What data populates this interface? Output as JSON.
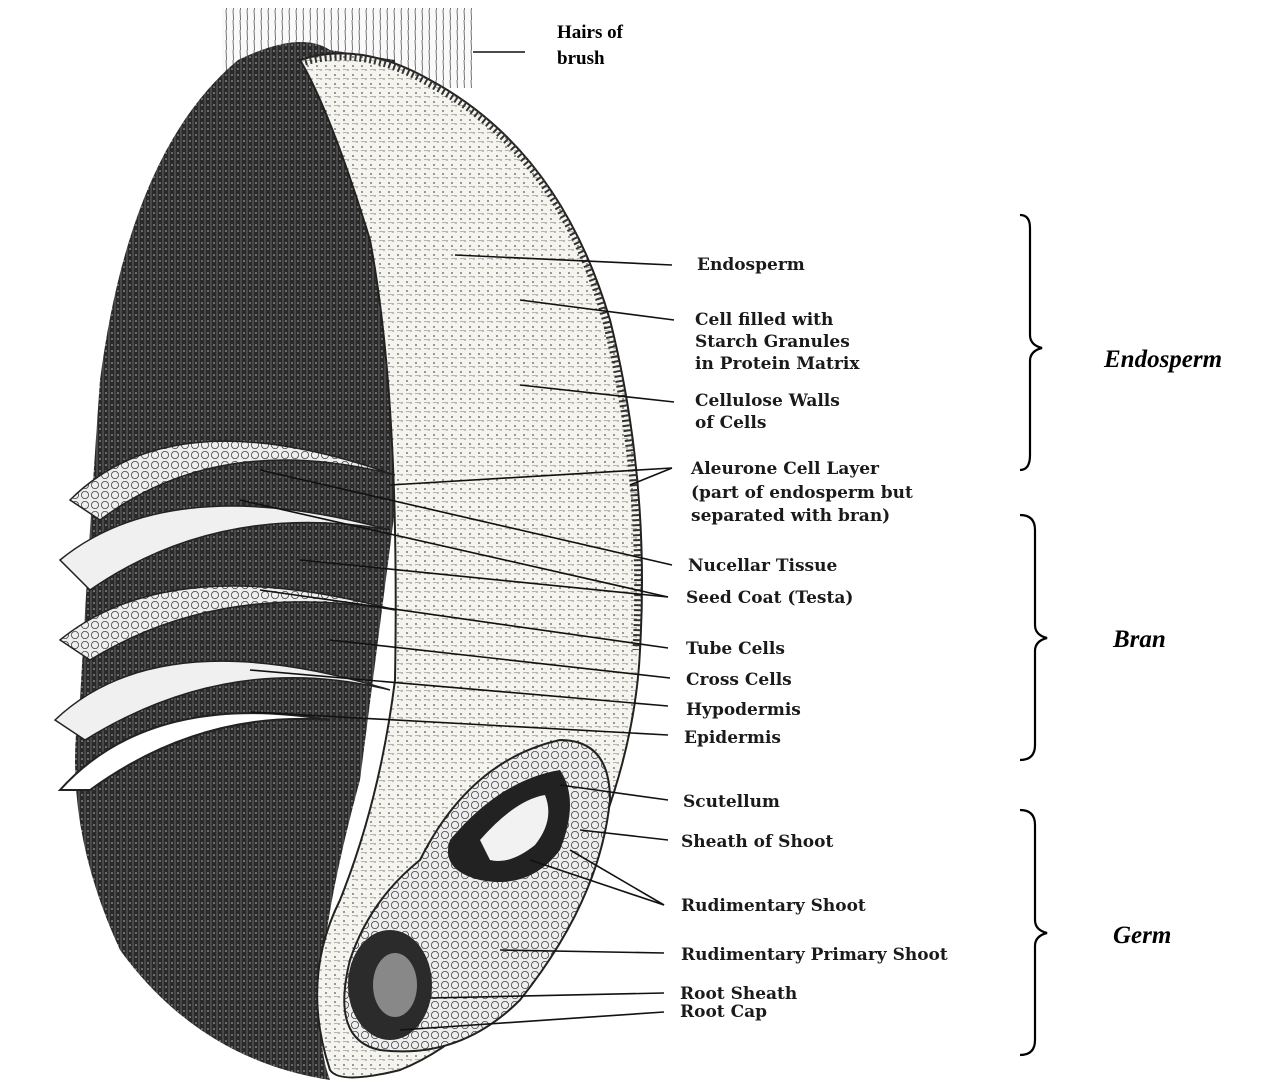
{
  "diagram": {
    "labels": {
      "hairs_of_brush": [
        "Hairs of",
        "brush"
      ],
      "endosperm": "Endosperm",
      "cell_filled": [
        "Cell filled with",
        "Starch Granules",
        "in Protein Matrix"
      ],
      "cellulose_walls": [
        "Cellulose Walls",
        "of Cells"
      ],
      "aleurone": [
        "Aleurone Cell Layer",
        "(part of endosperm but",
        "separated with bran)"
      ],
      "nucellar_tissue": "Nucellar Tissue",
      "seed_coat": "Seed Coat (Testa)",
      "tube_cells": "Tube Cells",
      "cross_cells": "Cross Cells",
      "hypodermis": "Hypodermis",
      "epidermis": "Epidermis",
      "scutellum": "Scutellum",
      "sheath_of_shoot": "Sheath of Shoot",
      "rudimentary_shoot": "Rudimentary Shoot",
      "rudimentary_primary_shoot": "Rudimentary Primary Shoot",
      "root_sheath": "Root Sheath",
      "root_cap": "Root Cap"
    },
    "groups": {
      "endosperm": "Endosperm",
      "bran": "Bran",
      "germ": "Germ"
    }
  }
}
